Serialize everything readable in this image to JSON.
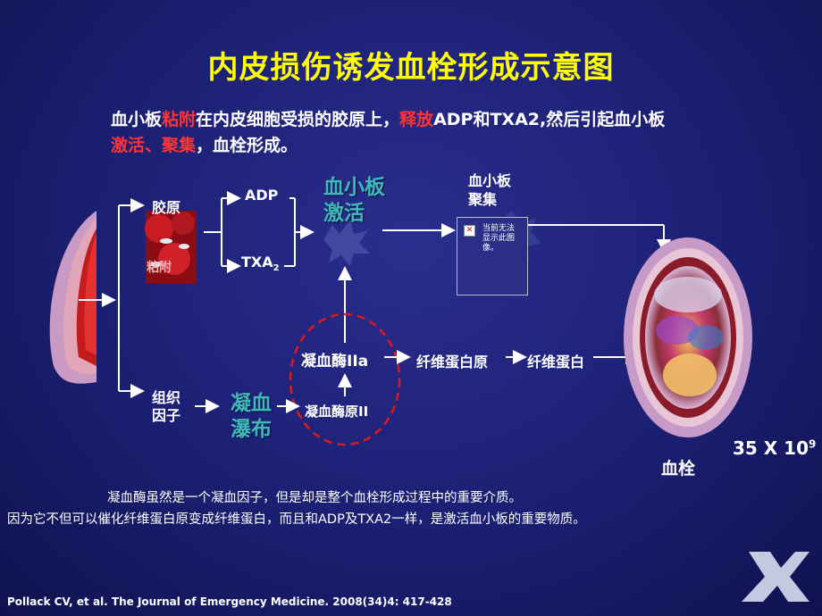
{
  "title": "内皮损伤诱发血栓形成示意图",
  "intro": {
    "p1": "血小板",
    "r1": "粘附",
    "p2": "在内皮细胞受损的胶原上，",
    "r2": "释放",
    "p3": "ADP和TXA2,然后引起血小板",
    "r3": "激活、聚集",
    "p4": "，血栓形成。"
  },
  "diagram": {
    "collagen": "胶原",
    "adhesion": "粘附",
    "adp": "ADP",
    "txa": "TXA",
    "txa_sub": "2",
    "platelet_activation": "血小板\n激活",
    "platelet_aggregation": "血小板\n聚集",
    "image_placeholder": "当前无法显示此图像。",
    "tissue_factor": "组织\n因子",
    "coag_cascade": "凝血\n瀑布",
    "thrombin": "凝血酶IIa",
    "prothrombin": "凝血酶原II",
    "fibrinogen": "纤维蛋白原",
    "fibrin": "纤维蛋白",
    "thrombus": "血栓",
    "magnification": "35 X  10",
    "magnification_sup": "9"
  },
  "notes": {
    "line1": "凝血酶虽然是一个凝血因子，但是却是整个血栓形成过程中的重要介质。",
    "line2": "因为它不但可以催化纤维蛋白原变成纤维蛋白，而且和ADP及TXA2一样，是激活血小板的重要物质。"
  },
  "citation": "Pollack  CV, et al.  The Journal  of Emergency Medicine. 2008(34)4:  417-428",
  "colors": {
    "title": "#ffff00",
    "highlight_red": "#ff3333",
    "cyan_label": "#3fb8b8",
    "dashed_circle": "#e01818"
  }
}
